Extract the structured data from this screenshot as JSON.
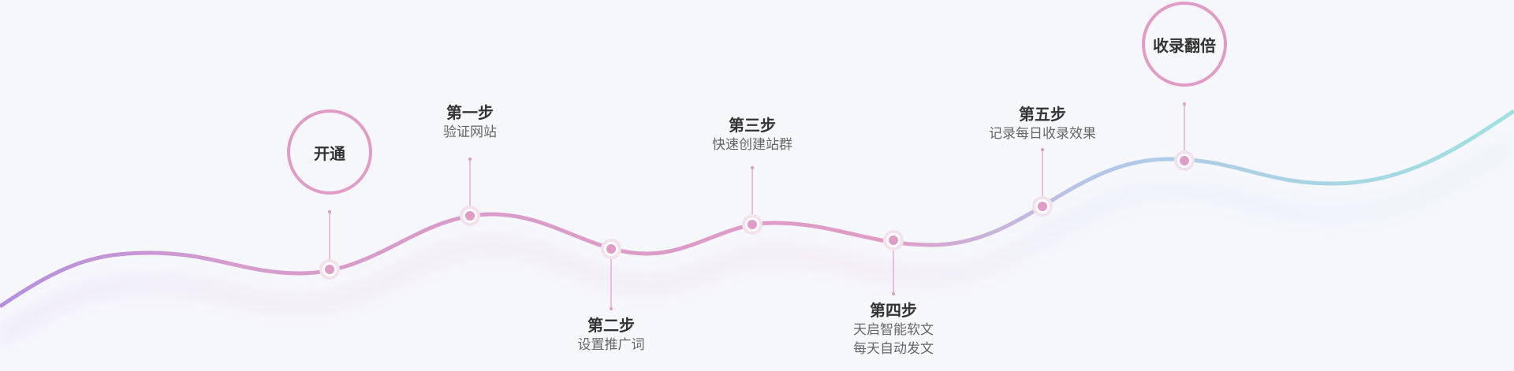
{
  "start": {
    "label": "开通"
  },
  "goal": {
    "label": "收录翻倍"
  },
  "steps": [
    {
      "title": "第一步",
      "desc": [
        "验证网站"
      ]
    },
    {
      "title": "第二步",
      "desc": [
        "设置推广词"
      ]
    },
    {
      "title": "第三步",
      "desc": [
        "快速创建站群"
      ]
    },
    {
      "title": "第四步",
      "desc": [
        "天启智能软文",
        "每天自动发文"
      ]
    },
    {
      "title": "第五步",
      "desc": [
        "记录每日收录效果"
      ]
    }
  ],
  "colors": {
    "start": "#b48fe0",
    "main": "#e09cc6",
    "blue": "#b3c6ea",
    "end": "#9fe1e0",
    "text": "#333333",
    "subtext": "#666666"
  }
}
